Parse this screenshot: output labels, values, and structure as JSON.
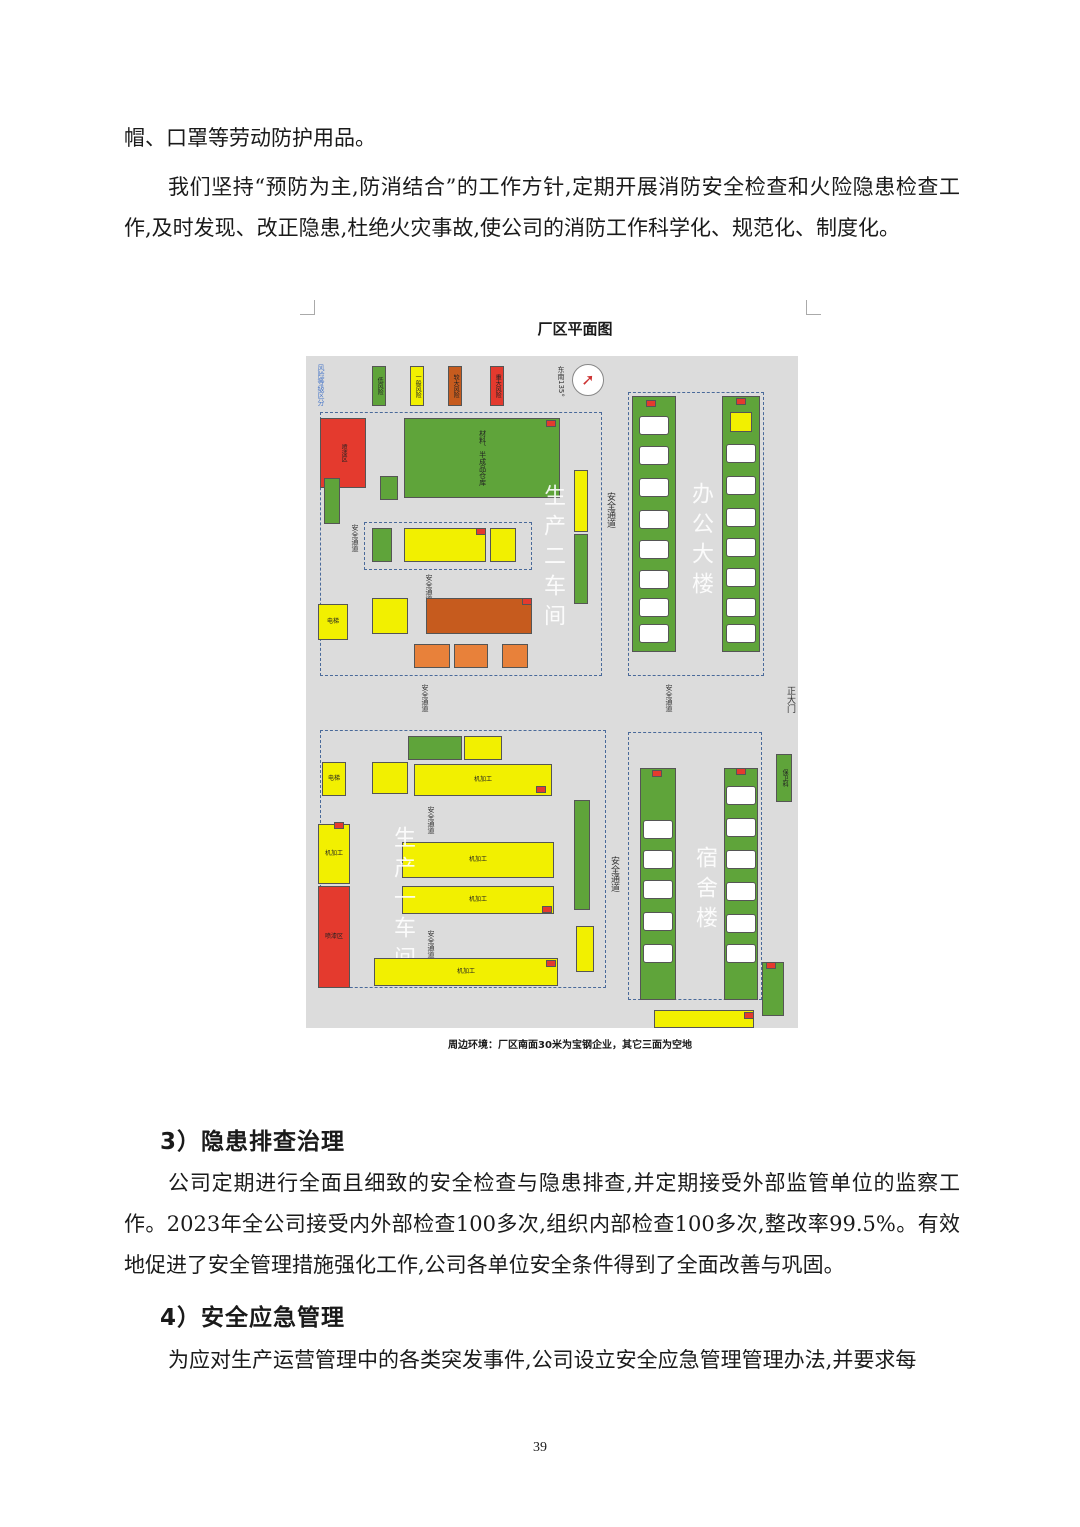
{
  "text": {
    "p1": "帽、口罩等劳动防护用品。",
    "p2": "我们坚持“预防为主,防消结合”的工作方针,定期开展消防安全检查和火险隐患检查工作,及时发现、改正隐患,杜绝火灾事故,使公司的消防工作科学化、规范化、制度化。",
    "h3": "3）隐患排查治理",
    "p3": "公司定期进行全面且细致的安全检查与隐患排查,并定期接受外部监管单位的监察工作。2023年全公司接受内外部检查100多次,组织内部检查100多次,整改率99.5%。有效地促进了安全管理措施强化工作,公司各单位安全条件得到了全面改善与巩固。",
    "h4": "4）安全应急管理",
    "p4": "为应对生产运营管理中的各类突发事件,公司设立安全应急管理管理办法,并要求每",
    "page_number": "39"
  },
  "figure": {
    "title": "厂区平面图",
    "caption": "周边环境：厂区南面30米为宝钢企业，其它三面为空地",
    "legend": {
      "title": "风险等级区分",
      "low": "低风险",
      "general": "一般风险",
      "higher": "较大风险",
      "major": "重大风险",
      "compass": "东南135°"
    },
    "labels": {
      "office": "办公大楼",
      "dorm": "宿舍楼",
      "workshop2": "生产二车间",
      "workshop1": "生产一车间",
      "road": "安全通道",
      "main_gate": "正大门",
      "materials": "材料、半成品仓库",
      "spray": "喷漆区",
      "machining": "机加工",
      "electric": "电梯",
      "guard": "保卫科"
    },
    "colors": {
      "low": "#5fa43a",
      "general": "#f2f000",
      "higher": "#c65b1e",
      "major": "#e43a2e",
      "ground": "#dcdcdc"
    }
  }
}
